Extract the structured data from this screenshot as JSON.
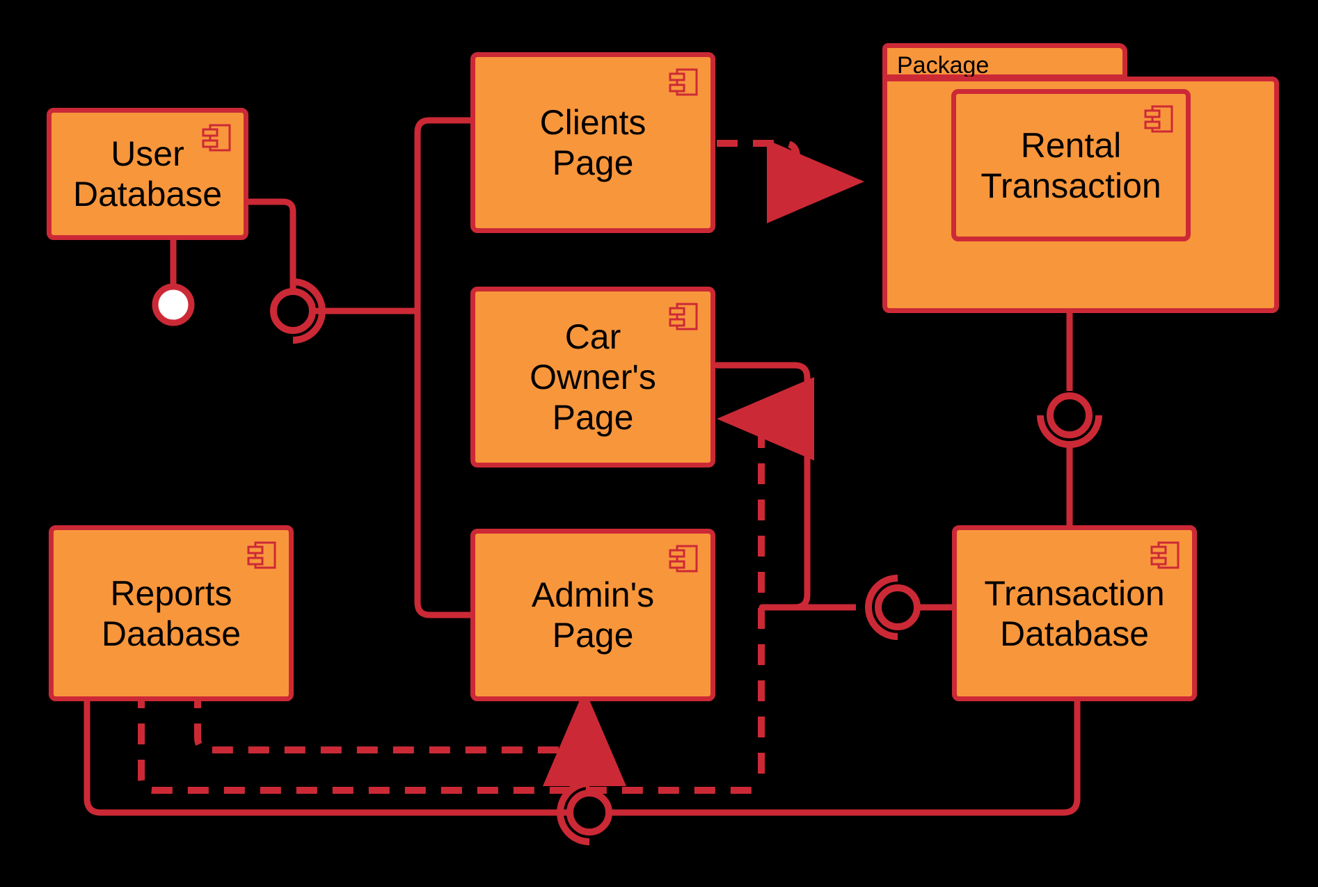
{
  "diagram": {
    "title": "Car Rental System UML Component Diagram",
    "type": "uml-component-diagram",
    "background_color": "#000000",
    "component_fill": "#F8963C",
    "component_stroke": "#CC2936",
    "text_color": "#000000",
    "interface_ball_fill": "#FFFFFF"
  },
  "components": [
    {
      "id": "user-database",
      "name": "User\nDatabase",
      "line1": "User",
      "line2": "Database",
      "line3": "",
      "icon": "uml-component-icon"
    },
    {
      "id": "clients-page",
      "name": "Clients\nPage",
      "line1": "Clients",
      "line2": "Page",
      "line3": "",
      "icon": "uml-component-icon"
    },
    {
      "id": "car-owners-page",
      "name": "Car\nOwner's\nPage",
      "line1": "Car",
      "line2": "Owner's",
      "line3": "Page",
      "icon": "uml-component-icon"
    },
    {
      "id": "admins-page",
      "name": "Admin's\nPage",
      "line1": "Admin's",
      "line2": "Page",
      "line3": "",
      "icon": "uml-component-icon"
    },
    {
      "id": "reports-database",
      "name": "Reports\nDaabase",
      "line1": "Reports",
      "line2": "Daabase",
      "line3": "",
      "icon": "uml-component-icon"
    },
    {
      "id": "transaction-database",
      "name": "Transaction\nDatabase",
      "line1": "Transaction",
      "line2": "Database",
      "line3": "",
      "icon": "uml-component-icon"
    },
    {
      "id": "rental-transaction",
      "name": "Rental\nTransaction",
      "line1": "Rental",
      "line2": "Transaction",
      "line3": "",
      "icon": "uml-component-icon"
    }
  ],
  "package": {
    "id": "package-node",
    "tab_label": "Package",
    "contains": [
      "rental-transaction"
    ]
  },
  "connectors": {
    "provided_interface_ball": {
      "owner": "user-database",
      "style": "lollipop-filled-white"
    },
    "assembly_connectors": [
      {
        "id": "assembly-user-pages",
        "between": [
          "user-database",
          "clients-page / admins-page"
        ],
        "socket_opens": "left"
      },
      {
        "id": "assembly-package-transdb",
        "between": [
          "package-node",
          "transaction-database"
        ],
        "socket_opens": "down"
      },
      {
        "id": "assembly-carowner-transdb",
        "between": [
          "car-owners-page",
          "transaction-database"
        ],
        "socket_opens": "left"
      },
      {
        "id": "assembly-reports-transdb",
        "between": [
          "reports-database",
          "transaction-database"
        ],
        "socket_opens": "left"
      }
    ],
    "dependencies": [
      {
        "id": "dep-clients-to-package",
        "from": "clients-page",
        "to": "package-node",
        "style": "dashed-open-arrow"
      },
      {
        "id": "dep-transdb-to-carowner",
        "from": "transaction-database",
        "to": "car-owners-page",
        "style": "dashed-open-arrow"
      },
      {
        "id": "dep-reports-to-admins",
        "from": "reports-database",
        "to": "admins-page",
        "style": "dashed-open-arrow"
      }
    ]
  }
}
